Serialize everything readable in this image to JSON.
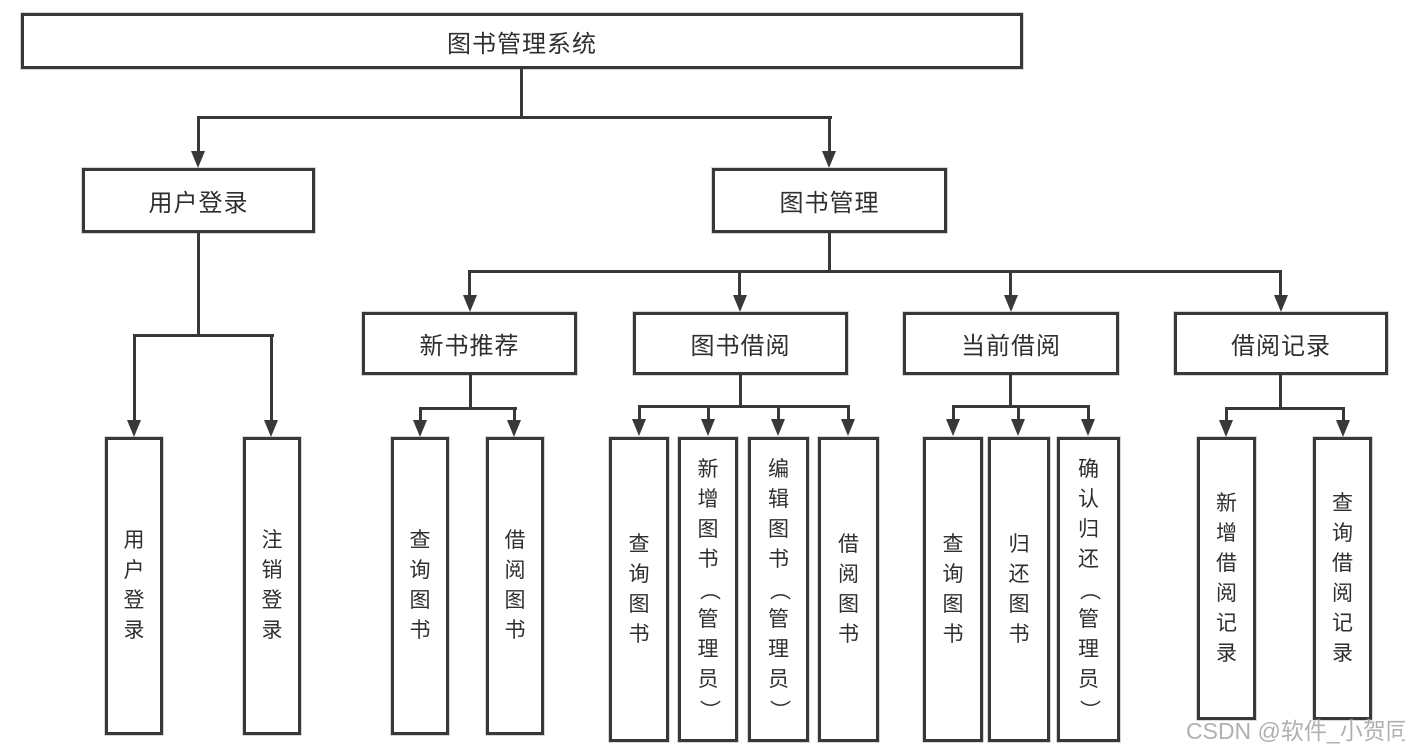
{
  "diagram_type": "hierarchy-tree",
  "watermark": "CSDN @软件_小贺同学",
  "colors": {
    "line": "#383838",
    "text": "#2f2f2f",
    "watermark": "#b0b0b0",
    "background": "#ffffff"
  },
  "nodes": {
    "root": "图书管理系统",
    "user_login": "用户登录",
    "book_mgmt": "图书管理",
    "new_book_rec": "新书推荐",
    "book_borrow": "图书借阅",
    "current_borrow": "当前借阅",
    "borrow_records": "借阅记录",
    "login": "用户登录",
    "logout": "注销登录",
    "rec_query_book": "查询图书",
    "rec_borrow_book": "借阅图书",
    "bb_query_book": "查询图书",
    "bb_add_book": "新增图书（管理员）",
    "bb_edit_book": "编辑图书（管理员）",
    "bb_borrow_book": "借阅图书",
    "cb_query_book": "查询图书",
    "cb_return_book": "归还图书",
    "cb_confirm_return": "确认归还（管理员）",
    "br_add_record": "新增借阅记录",
    "br_query_record": "查询借阅记录"
  },
  "hierarchy": {
    "图书管理系统": {
      "用户登录": [
        "用户登录",
        "注销登录"
      ],
      "图书管理": {
        "新书推荐": [
          "查询图书",
          "借阅图书"
        ],
        "图书借阅": [
          "查询图书",
          "新增图书（管理员）",
          "编辑图书（管理员）",
          "借阅图书"
        ],
        "当前借阅": [
          "查询图书",
          "归还图书",
          "确认归还（管理员）"
        ],
        "借阅记录": [
          "新增借阅记录",
          "查询借阅记录"
        ]
      }
    }
  }
}
